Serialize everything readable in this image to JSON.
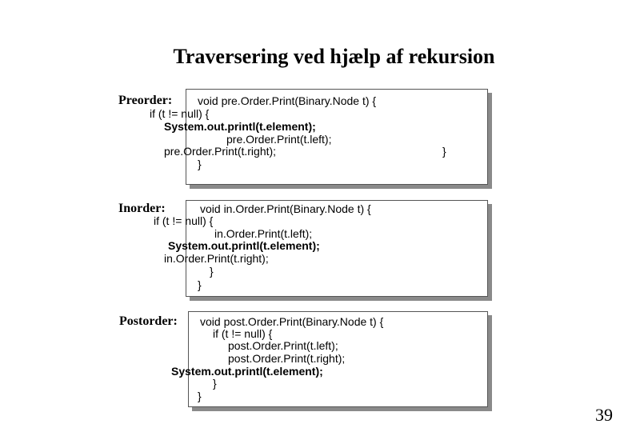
{
  "slide": {
    "title": "Traversering ved hjælp af rekursion",
    "page_number": "39"
  },
  "preorder": {
    "label": "Preorder:",
    "lines": [
      "void pre.Order.Print(Binary.Node t) {",
      "if (t != null) {",
      "System.out.printl(t.element);",
      "pre.Order.Print(t.left);",
      "pre.Order.Print(t.right);",
      "}",
      "}"
    ]
  },
  "inorder": {
    "label": "Inorder:",
    "lines": [
      "void in.Order.Print(Binary.Node t) {",
      "if (t != null) {",
      "in.Order.Print(t.left);",
      "System.out.printl(t.element);",
      "in.Order.Print(t.right);",
      "}",
      "}"
    ]
  },
  "postorder": {
    "label": "Postorder:",
    "lines": [
      "void post.Order.Print(Binary.Node t) {",
      "if (t != null) {",
      "post.Order.Print(t.left);",
      "post.Order.Print(t.right);",
      "System.out.printl(t.element);",
      "}",
      "}"
    ]
  }
}
